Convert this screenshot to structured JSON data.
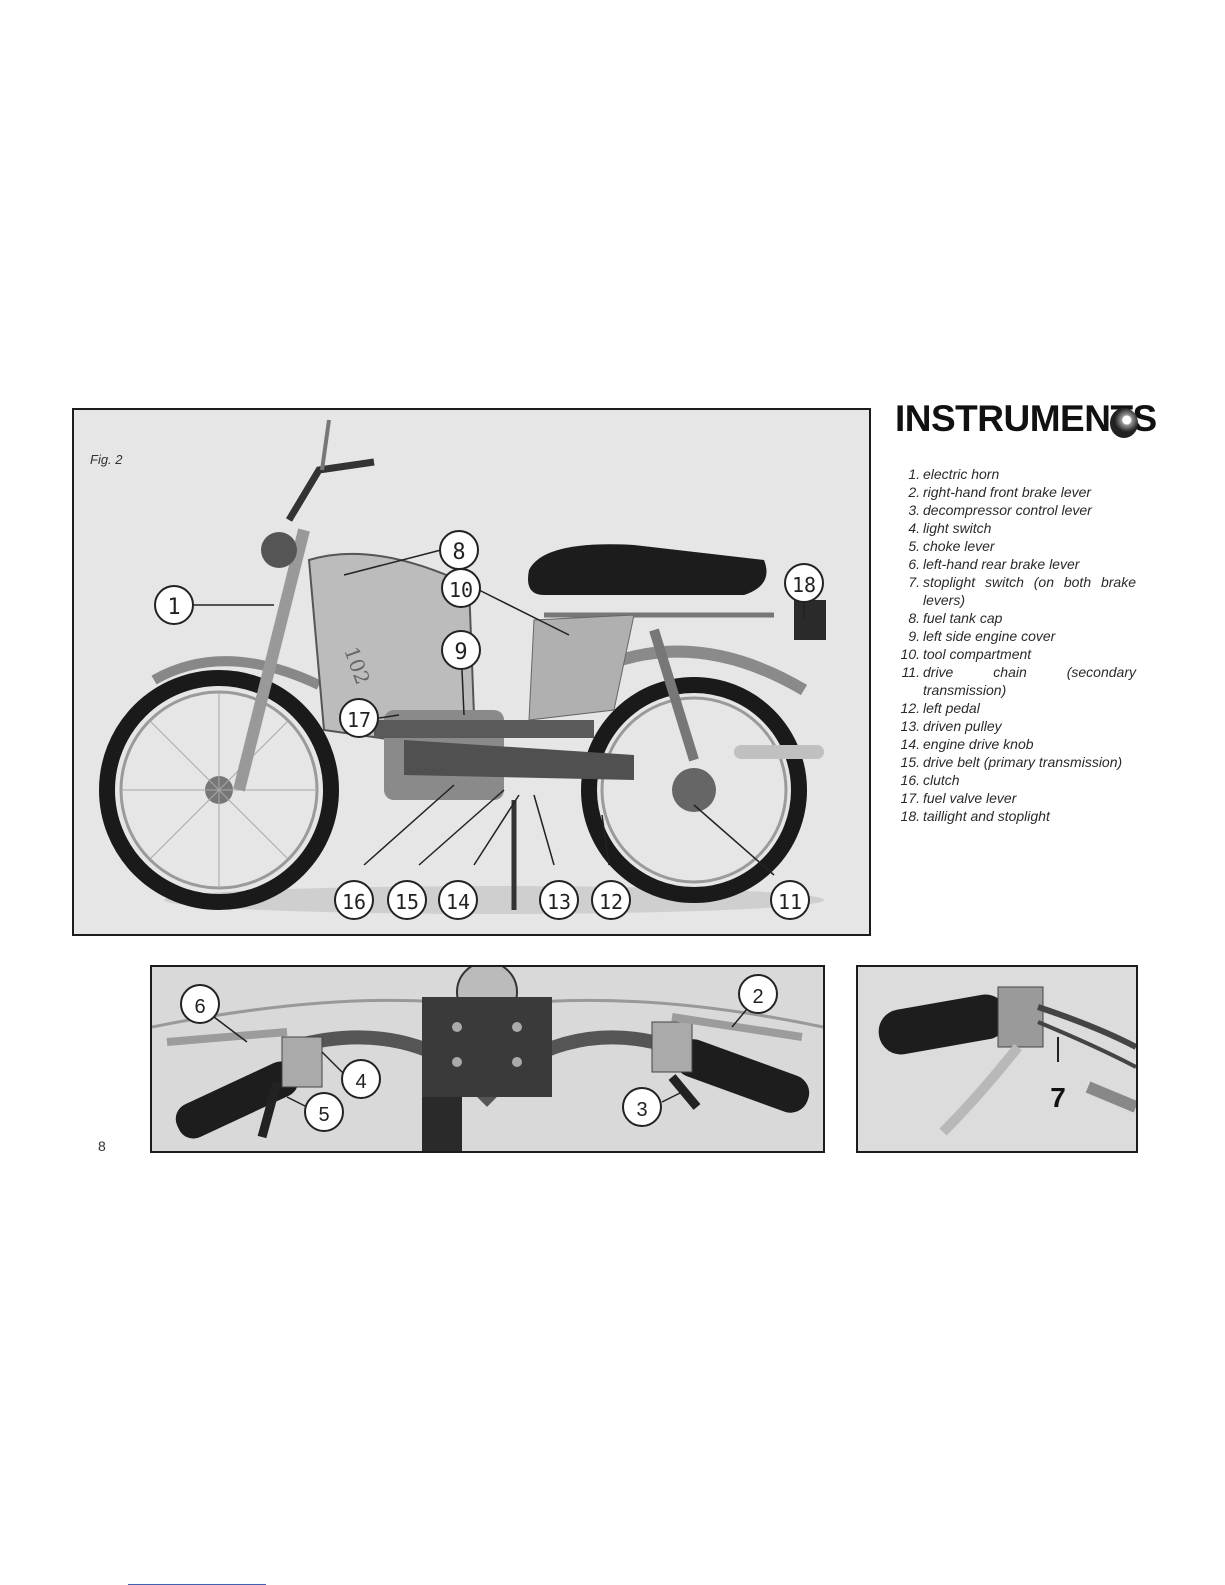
{
  "figure": {
    "label": "Fig. 2",
    "callouts_main": [
      "1",
      "8",
      "10",
      "9",
      "17",
      "18",
      "16",
      "15",
      "14",
      "13",
      "12",
      "11"
    ],
    "callouts_handlebar": [
      "6",
      "4",
      "5",
      "2",
      "3"
    ],
    "callouts_lever": [
      "7"
    ]
  },
  "section": {
    "title": "INSTRUMENTS",
    "items": [
      {
        "num": "1.",
        "text": "electric horn"
      },
      {
        "num": "2.",
        "text": "right-hand front brake lever"
      },
      {
        "num": "3.",
        "text": "decompressor control lever"
      },
      {
        "num": "4.",
        "text": "light switch"
      },
      {
        "num": "5.",
        "text": "choke lever"
      },
      {
        "num": "6.",
        "text": "left-hand rear brake lever"
      },
      {
        "num": "7.",
        "text": "stoplight switch (on both brake levers)"
      },
      {
        "num": "8.",
        "text": "fuel tank cap"
      },
      {
        "num": "9.",
        "text": "left side engine cover"
      },
      {
        "num": "10.",
        "text": "tool compartment"
      },
      {
        "num": "11.",
        "text": "drive chain (secondary transmission)"
      },
      {
        "num": "12.",
        "text": "left pedal"
      },
      {
        "num": "13.",
        "text": "driven pulley"
      },
      {
        "num": "14.",
        "text": "engine drive knob"
      },
      {
        "num": "15.",
        "text": "drive belt (primary transmission)"
      },
      {
        "num": "16.",
        "text": "clutch"
      },
      {
        "num": "17.",
        "text": "fuel valve lever"
      },
      {
        "num": "18.",
        "text": "taillight and stoplight"
      }
    ]
  },
  "page": {
    "number": "8"
  }
}
